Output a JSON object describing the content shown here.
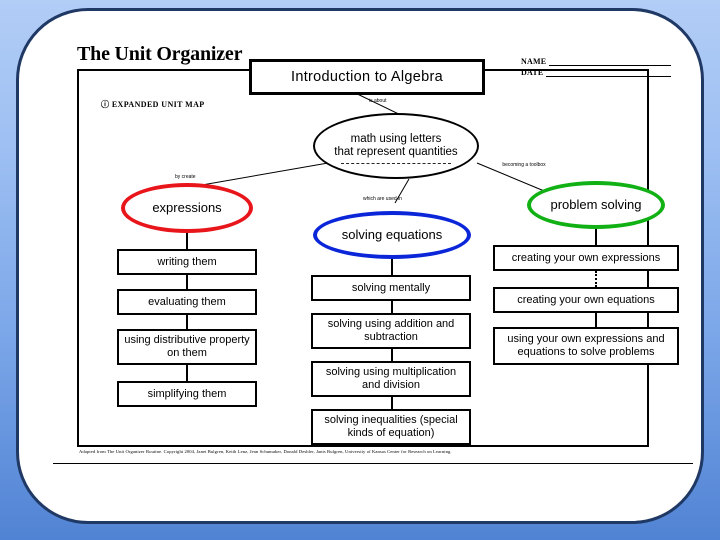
{
  "slide": {
    "background_top_color": "#b2cdf6",
    "background_bottom_color": "#5183d4",
    "card_border_color": "#1f3864"
  },
  "organizer": {
    "title": "The Unit Organizer",
    "subtitle_bullet": "ⓘ",
    "subtitle": "EXPANDED UNIT MAP",
    "unit_name": "Introduction to Algebra",
    "name_label": "NAME",
    "date_label": "DATE",
    "footer": "Adapted from The Unit Organizer Routine.  Copyright 2004, Janet Bulgren, Keith Lenz, Jean Schumaker, Donald Deshler, Janis Bulgren, University of Kansas Center for Research on Learning."
  },
  "center_node": {
    "name": "central-concept-oval",
    "line1": "math using letters",
    "line2": "that represent quantities",
    "color": "#000000"
  },
  "connector_labels": [
    {
      "name": "label-top-center",
      "text": "is about"
    },
    {
      "name": "label-left",
      "text": "by create"
    },
    {
      "name": "label-bottom-center",
      "text": "which are used in"
    },
    {
      "name": "label-right",
      "text": "becoming a toolbox"
    }
  ],
  "branches": [
    {
      "name": "expressions",
      "oval_label": "expressions",
      "oval_color": "#e8161b",
      "items": [
        "writing them",
        "evaluating them",
        "using distributive property on them",
        "simplifying them"
      ]
    },
    {
      "name": "solving-equations",
      "oval_label": "solving equations",
      "oval_color": "#0a26d8",
      "items": [
        "solving mentally",
        "solving using addition and subtraction",
        "solving using multiplication and division",
        "solving inequalities (special kinds of equation)"
      ]
    },
    {
      "name": "problem-solving",
      "oval_label": "problem solving",
      "oval_color": "#11b015",
      "items": [
        "creating your own expressions",
        "creating your own equations",
        "using your own expressions and equations to solve problems"
      ]
    }
  ]
}
